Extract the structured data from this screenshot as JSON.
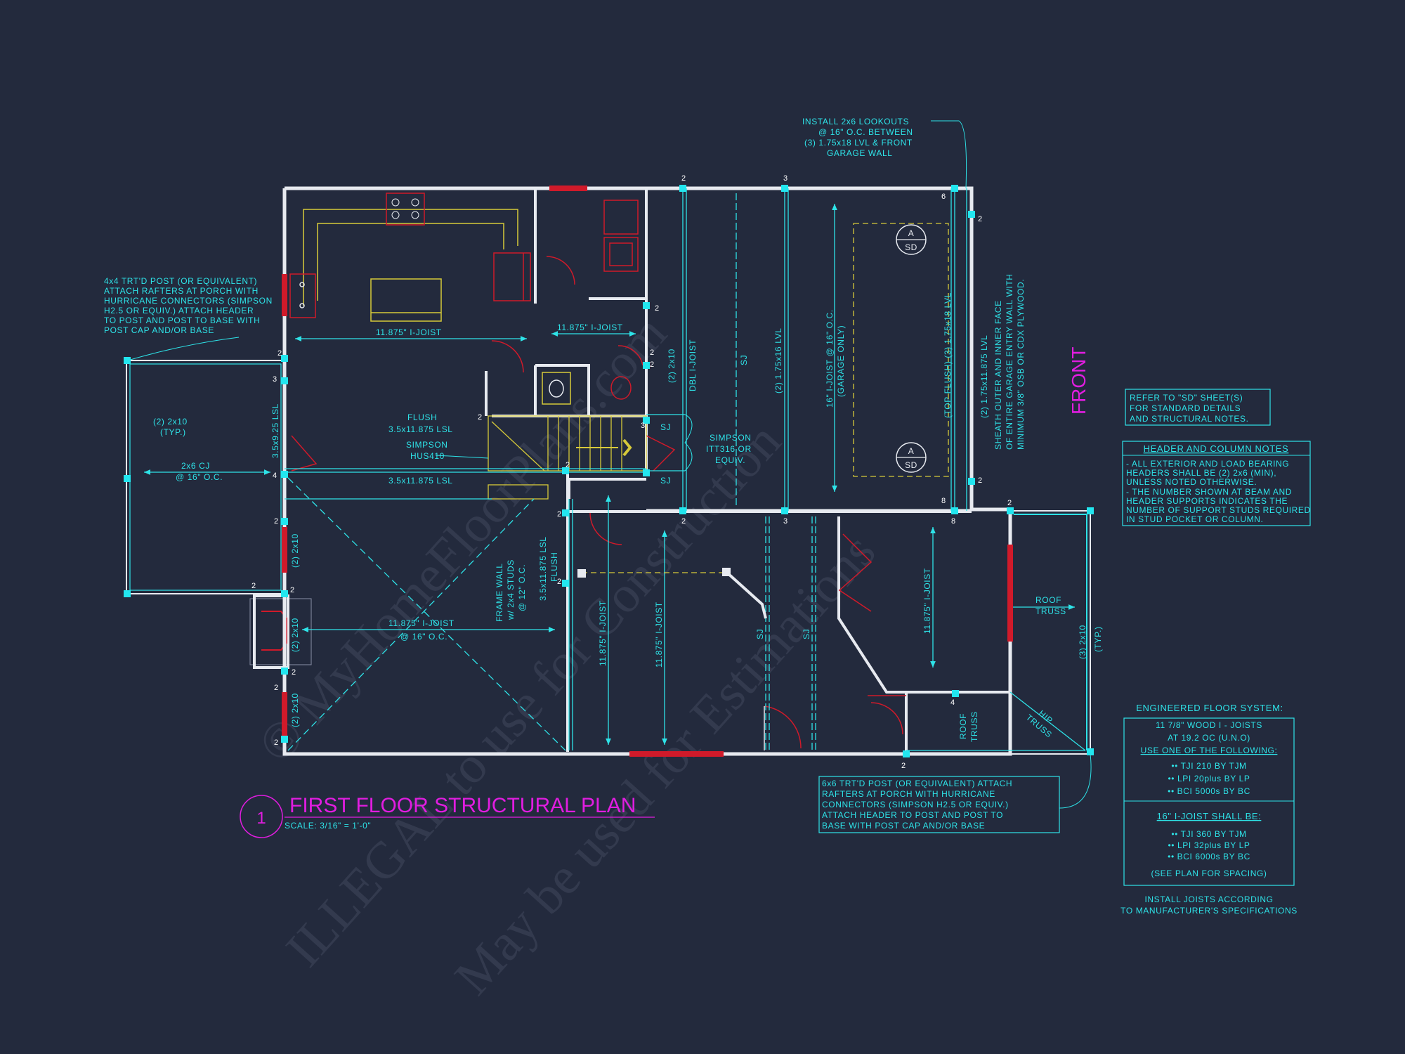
{
  "colors": {
    "background": "#232a3d",
    "annotation": "#2ee3e8",
    "wall": "#e7eaf0",
    "header": "#d01a2a",
    "fixture": "#d6c93a",
    "title": "#e11de0",
    "column": "#22e6ef"
  },
  "notes": {
    "lookouts": [
      "INSTALL 2x6 LOOKOUTS",
      "@ 16\" O.C. BETWEEN",
      "(3) 1.75x18 LVL & FRONT",
      "GARAGE WALL"
    ],
    "porch_post_left": [
      "4x4 TRT'D POST (OR EQUIVALENT)",
      "ATTACH RAFTERS AT PORCH WITH",
      "HURRICANE CONNECTORS (SIMPSON",
      "H2.5 OR EQUIV.) ATTACH HEADER",
      "TO POST AND POST TO BASE WITH",
      "POST CAP AND/OR BASE"
    ],
    "porch_post_right": [
      "6x6 TRT'D POST (OR EQUIVALENT) ATTACH",
      "RAFTERS AT PORCH WITH HURRICANE",
      "CONNECTORS (SIMPSON H2.5 OR EQUIV.)",
      "ATTACH HEADER TO POST AND POST TO",
      "BASE WITH POST CAP AND/OR BASE"
    ],
    "sd_ref": [
      "REFER TO \"SD\" SHEET(S)",
      "FOR STANDARD DETAILS",
      "AND STRUCTURAL NOTES."
    ],
    "header_notes_title": "HEADER AND COLUMN NOTES",
    "header_notes": [
      "- ALL EXTERIOR AND LOAD BEARING",
      "HEADERS SHALL BE (2) 2x6 (MIN),",
      "UNLESS NOTED OTHERWISE.",
      "- THE NUMBER SHOWN AT BEAM AND",
      "HEADER SUPPORTS INDICATES THE",
      "NUMBER OF SUPPORT STUDS REQUIRED",
      "IN STUD POCKET OR COLUMN."
    ],
    "sheath": [
      "SHEATH OUTER AND INNER FACE",
      "OF ENTIRE GARAGE ENTRY WALL WITH",
      "MINIMUM 3/8\" OSB OR CDX PLYWOOD."
    ]
  },
  "floor_system": {
    "title": "ENGINEERED FLOOR SYSTEM:",
    "line1": "11 7/8\" WOOD I - JOISTS",
    "line2": "AT 19.2 OC (U.N.O)",
    "use_heading": "USE ONE OF THE FOLLOWING:",
    "options_a": [
      "•• TJI 210 BY TJM",
      "•• LPI 20plus BY LP",
      "•• BCI 5000s BY BC"
    ],
    "heading_16": "16\" I-JOIST SHALL BE:",
    "options_b": [
      "•• TJI 360 BY TJM",
      "•• LPI 32plus BY LP",
      "•• BCI 6000s BY BC"
    ],
    "spacing": "(SEE PLAN FOR SPACING)",
    "footer": [
      "INSTALL JOISTS ACCORDING",
      "TO MANUFACTURER'S SPECIFICATIONS"
    ]
  },
  "title_block": {
    "number": "1",
    "title": "FIRST FLOOR STRUCTURAL PLAN",
    "scale": "SCALE: 3/16\" = 1'-0\""
  },
  "front_label": "FRONT",
  "labels": {
    "joist_kitchen": "11.875\" I-JOIST",
    "joist_hall": "11.875\" I-JOIST",
    "flush": [
      "FLUSH",
      "3.5x11.875 LSL"
    ],
    "simpson_hus": [
      "SIMPSON",
      "HUS410"
    ],
    "lsl_lower": "3.5x11.875 LSL",
    "simpson_itt": [
      "SIMPSON",
      "ITT316 OR",
      "EQUIV."
    ],
    "porch_2x10": [
      "(2) 2x10",
      "(TYP.)"
    ],
    "cj": [
      "2x6 CJ",
      "@ 16\" O.C."
    ],
    "joist_living": [
      "11.875\" I-JOIST",
      "@ 16\" O.C."
    ],
    "roof_truss_r": [
      "ROOF",
      "TRUSS"
    ],
    "hip_truss": [
      "HIP",
      "TRUSS"
    ],
    "sj": "SJ",
    "v_2x10": "(2) 2x10",
    "v_lsl_325": "3.5x9.25 LSL",
    "v_frame_wall": [
      "FRAME WALL",
      "w/ 2x4 STUDS",
      "@ 12\" O.C."
    ],
    "v_lsl_flush": [
      "3.5x11.875 LSL",
      "FLUSH"
    ],
    "v_joist": "11.875\" I-JOIST",
    "v_dbl_joist": "DBL I-JOIST",
    "v_lvl16": "(2) 1.75x16 LVL",
    "v_16joist": [
      "16\" I-JOIST @ 16\" O.C.",
      "(GARAGE ONLY)"
    ],
    "v_lvl18": "(TOP FLUSH) (3) 1.75x18 LVL",
    "v_lvl11": "(2) 1.75x11.875 LVL",
    "v_roof_truss": [
      "ROOF",
      "TRUSS"
    ],
    "v_porch_r": [
      "(3) 2x10",
      "(TYP.)"
    ],
    "sd_a": "A",
    "sd_b": "SD"
  },
  "watermark": [
    "© MyHomeFloorPlans.com",
    "ILLEGAL to use for Construction",
    "May be used for Estimations"
  ]
}
